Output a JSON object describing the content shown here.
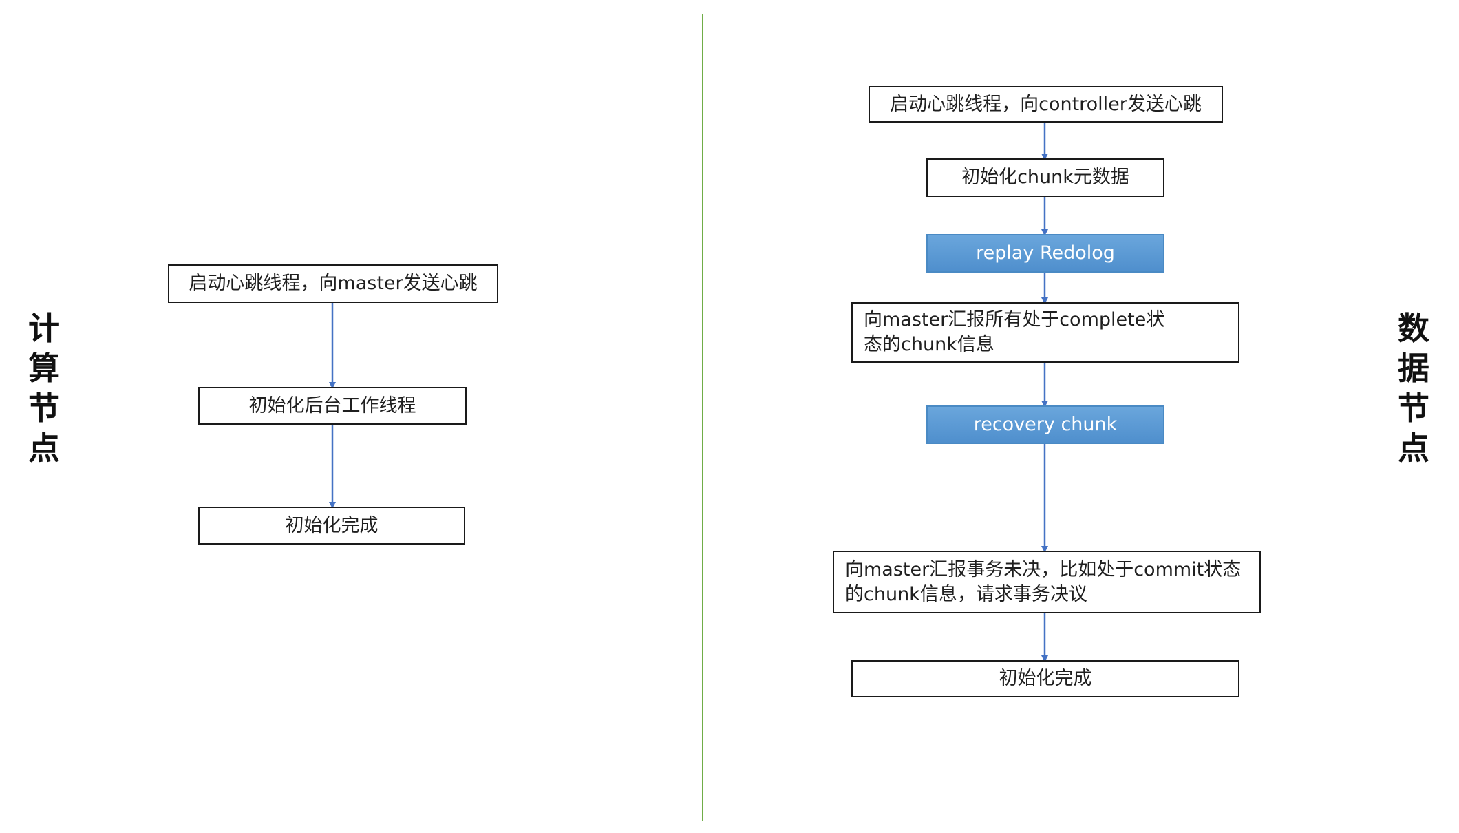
{
  "left_label": [
    "计",
    "算",
    "节",
    "点"
  ],
  "right_label": [
    "数",
    "据",
    "节",
    "点"
  ],
  "compute_flow": [
    "启动心跳线程，向master发送心跳",
    "初始化后台工作线程",
    "初始化完成"
  ],
  "data_flow": [
    "启动心跳线程，向controller发送心跳",
    "初始化chunk元数据",
    "replay Redolog",
    "向master汇报所有处于complete状态的chunk信息",
    "recovery chunk",
    "向master汇报事务未决，比如处于commit状态的chunk信息，请求事务决议",
    "初始化完成"
  ],
  "colors": {
    "arrow": "#4472c4",
    "divider": "#70ad47",
    "filled_node": "#5b9bd5"
  }
}
